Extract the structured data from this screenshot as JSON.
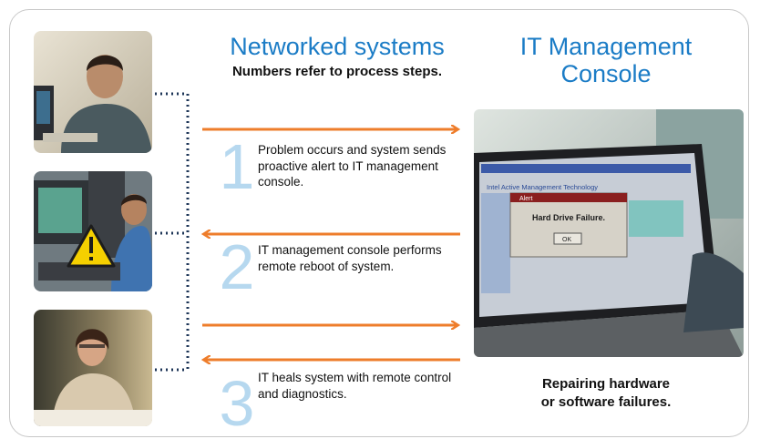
{
  "headings": {
    "networked_systems": "Networked systems",
    "steps_note": "Numbers refer to process steps.",
    "console_line1": "IT Management",
    "console_line2": "Console",
    "caption_line1": "Repairing hardware",
    "caption_line2": "or software failures."
  },
  "steps": [
    {
      "number": "1",
      "text": "Problem occurs and system sends proactive alert to IT management console."
    },
    {
      "number": "2",
      "text": "IT management console performs remote reboot of system."
    },
    {
      "number": "3",
      "text": "IT heals system with remote control and diagnostics."
    }
  ],
  "screen": {
    "header_text": "Intel Active Management Technology",
    "alert_title": "Alert",
    "alert_message": "Hard Drive Failure.",
    "ok_label": "OK"
  },
  "colors": {
    "accent_blue": "#1b7cc6",
    "step_number_blue": "#b6d8ef",
    "arrow_orange": "#ee7d2b",
    "dotted_navy": "#1d3557"
  }
}
